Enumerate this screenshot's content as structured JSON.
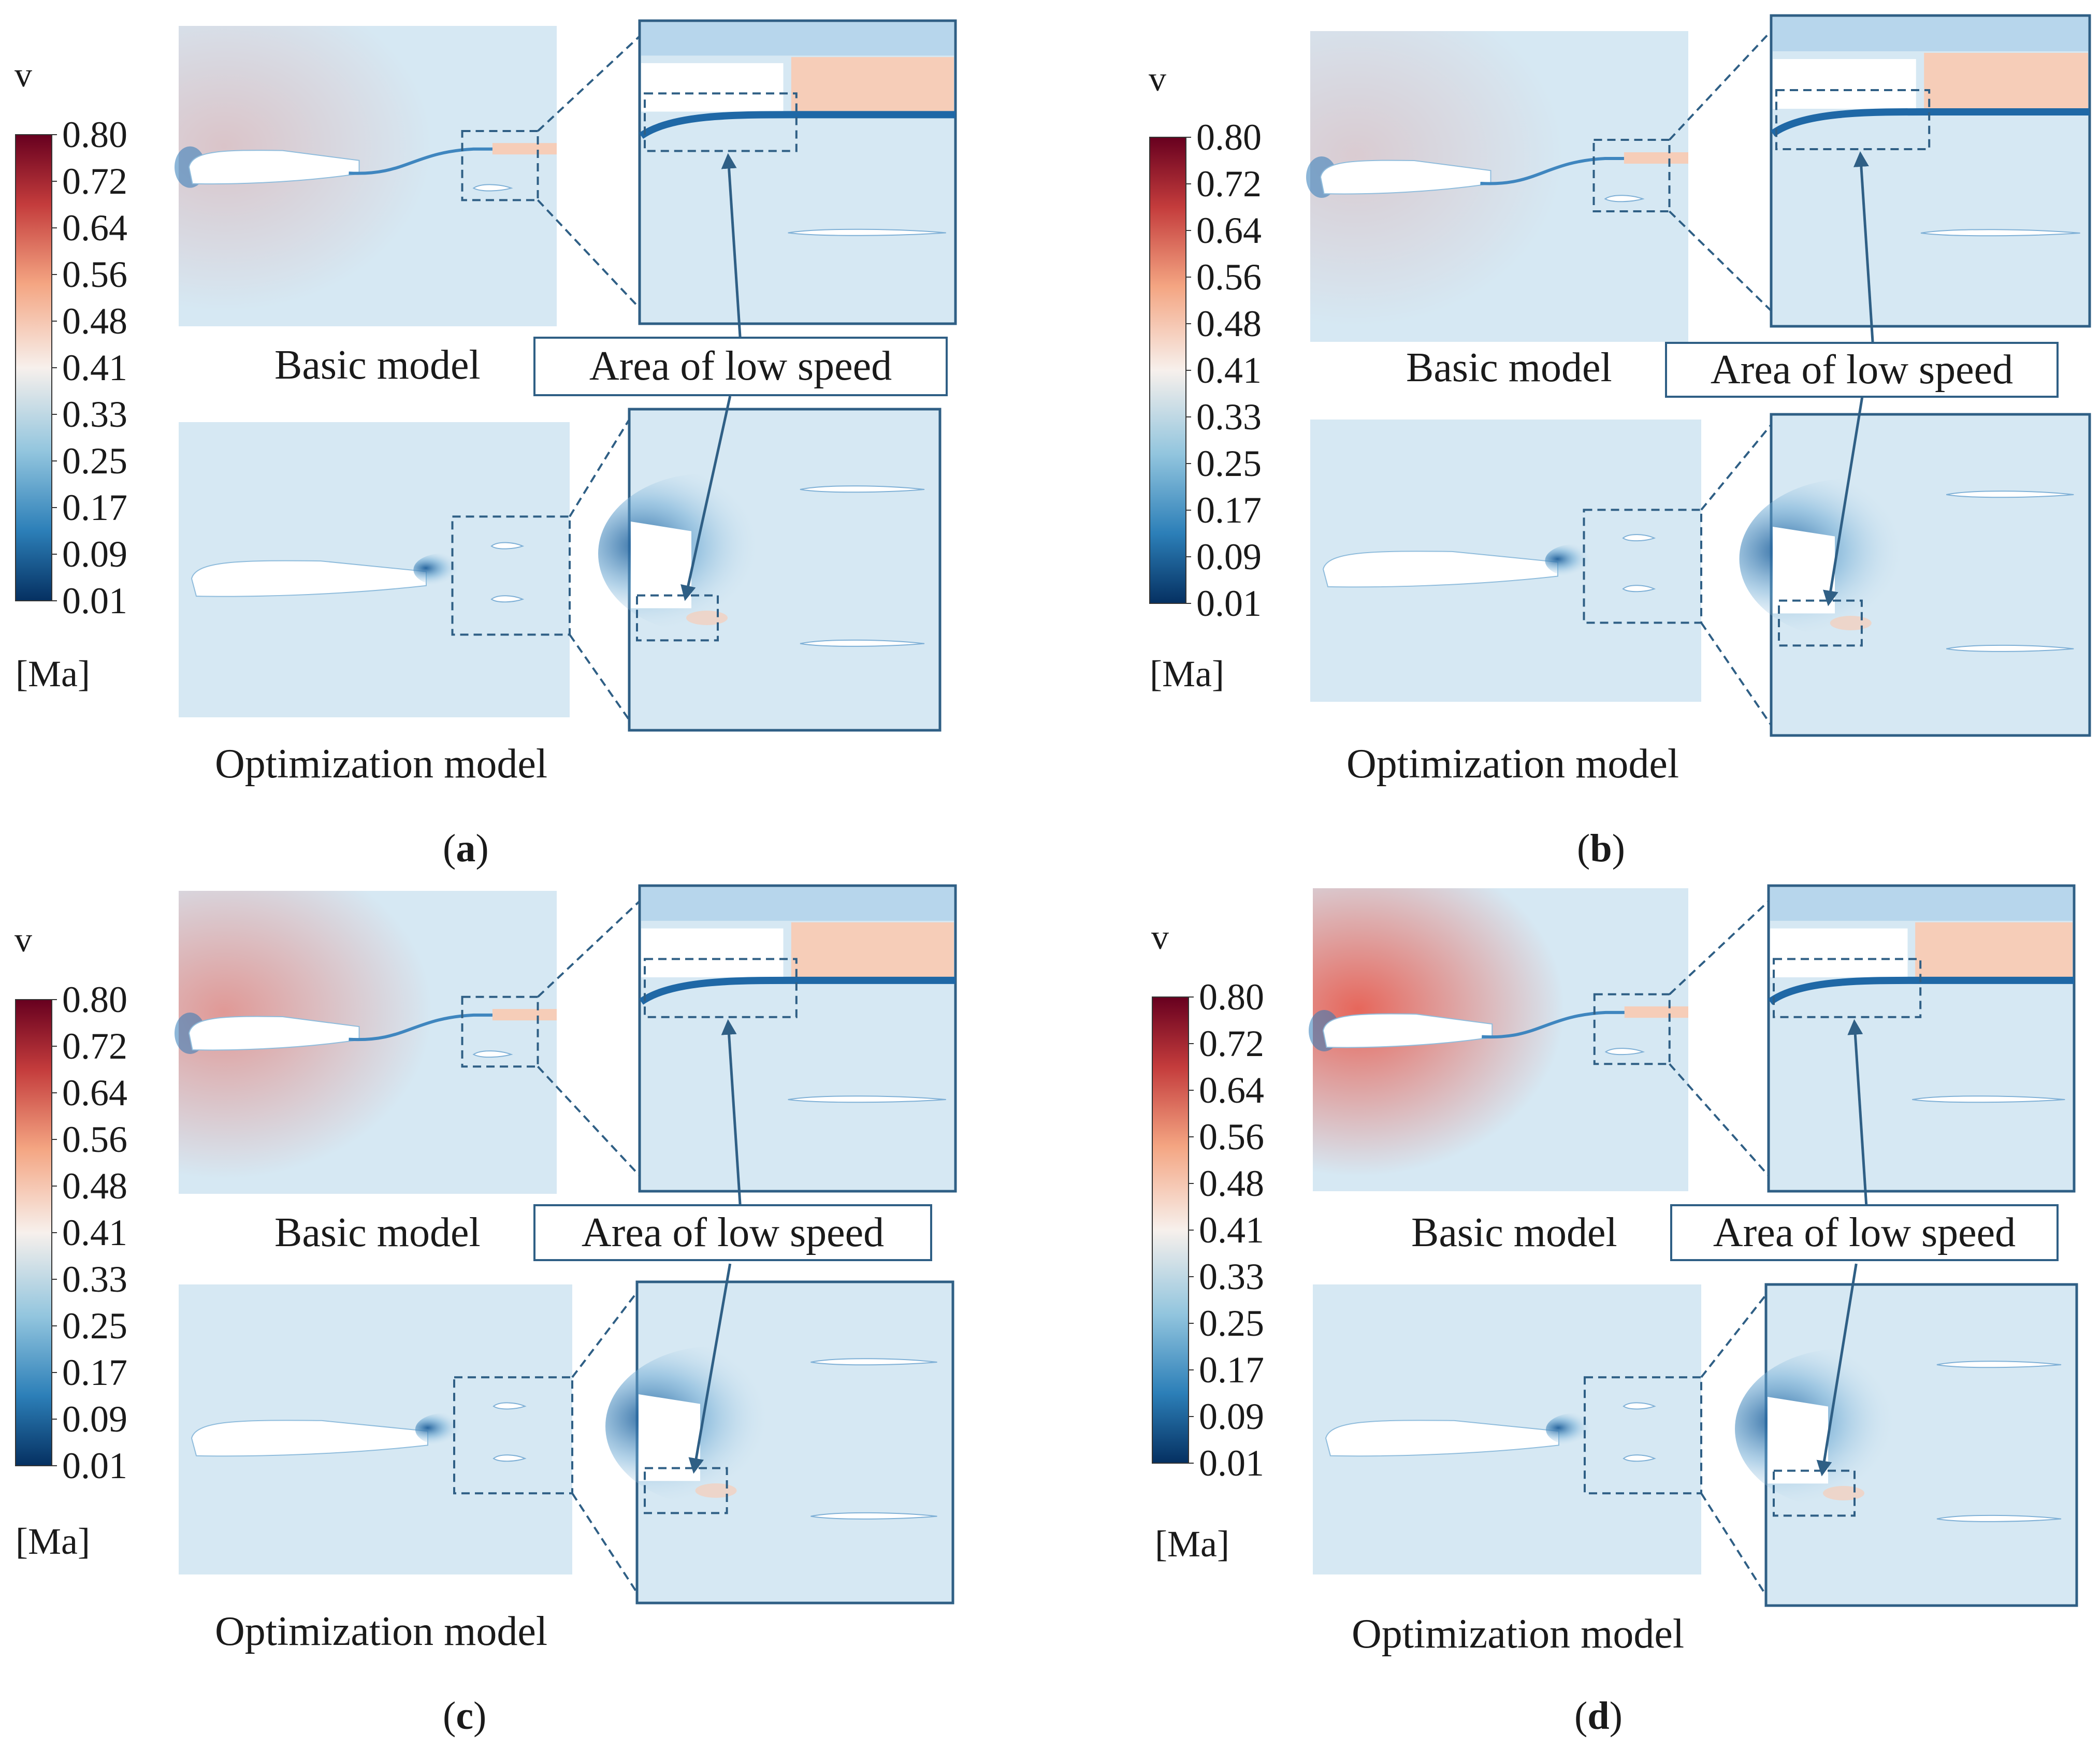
{
  "colorbar": {
    "symbol": "v",
    "unit": "[Ma]",
    "ticks": [
      "0.80",
      "0.72",
      "0.64",
      "0.56",
      "0.48",
      "0.41",
      "0.33",
      "0.25",
      "0.17",
      "0.09",
      "0.01"
    ]
  },
  "labels": {
    "basic": "Basic model",
    "optimization": "Optimization model",
    "low_speed": "Area of low speed"
  },
  "panels": [
    {
      "letter": "a",
      "open": "(",
      "close": ")"
    },
    {
      "letter": "b",
      "open": "(",
      "close": ")"
    },
    {
      "letter": "c",
      "open": "(",
      "close": ")"
    },
    {
      "letter": "d",
      "open": "(",
      "close": ")"
    }
  ],
  "colors": {
    "frame": "#2f5f85",
    "field": "#d6e8f3",
    "high": "#f6cdb8",
    "low": "#1f5f9a"
  }
}
